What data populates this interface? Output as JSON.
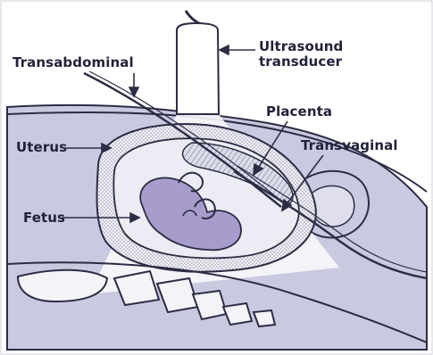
{
  "labels": {
    "ultrasound_transducer_line1": "Ultrasound",
    "ultrasound_transducer_line2": "transducer",
    "transabdominal": "Transabdominal",
    "placenta": "Placenta",
    "transvaginal": "Transvaginal",
    "uterus": "Uterus",
    "fetus": "Fetus"
  },
  "colors": {
    "background": "#ffffff",
    "body_tissue": "#c9c9e0",
    "uterus_fill": "#f4f4f8",
    "amniotic_fluid": "#e9e9f3",
    "fetus": "#a79ccb",
    "outline": "#2c2c44",
    "ultrasound_beam": "#f7f7fb",
    "placenta_hatch": "#9b9bb5"
  }
}
